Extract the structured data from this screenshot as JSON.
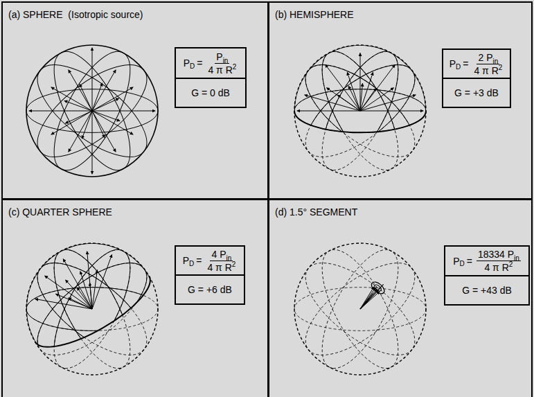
{
  "diagram": {
    "nodes": [
      {
        "text": [
          "(a) SPHERE  (Isotropic source)"
        ]
      },
      {
        "text": [
          "P",
          "D",
          "=",
          "P",
          "in",
          "4 π R",
          "2",
          "G = 0 dB"
        ],
        "in": 0
      },
      {
        "text": [
          "(b) HEMISPHERE"
        ]
      },
      {
        "text": [
          "P",
          "D",
          "=",
          "2 P",
          "in",
          "4 π R",
          "2",
          "G = +3 dB"
        ],
        "in": 2
      },
      {
        "text": [
          "(c) QUARTER SPHERE"
        ]
      },
      {
        "text": [
          "P",
          "D",
          "=",
          "4 P",
          "in",
          "4 π R",
          "2",
          "G = +6 dB"
        ],
        "in": 4
      },
      {
        "text": [
          "(d) 1.5° SEGMENT"
        ]
      },
      {
        "text": [
          "P",
          "D",
          "=",
          "18334 P",
          "in",
          "4 π R",
          "2",
          "G = +43 dB"
        ],
        "in": 6
      }
    ]
  }
}
